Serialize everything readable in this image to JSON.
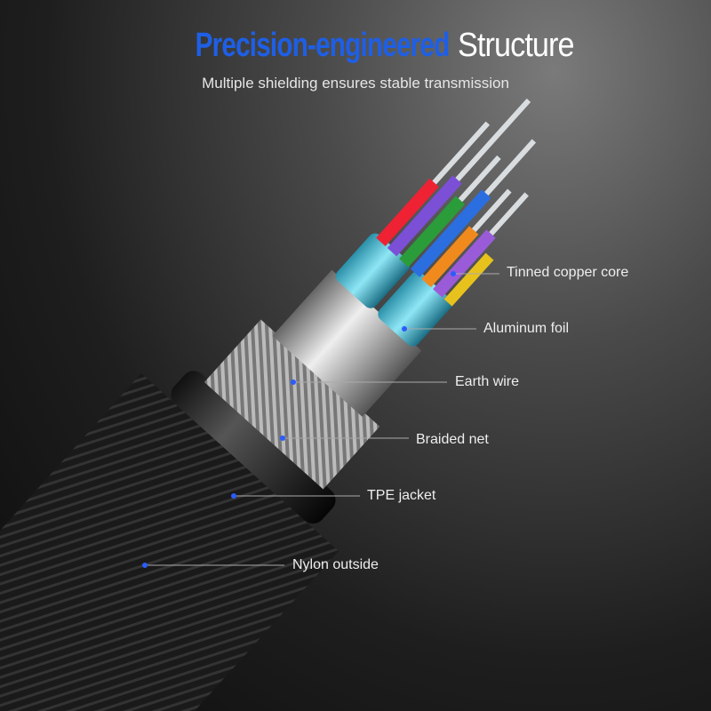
{
  "header": {
    "title_blue": "Precision-engineered",
    "title_white": "Structure",
    "subtitle": "Multiple shielding ensures stable transmission"
  },
  "labels": [
    "Tinned copper core",
    "Aluminum foil",
    "Earth wire",
    "Braided net",
    "TPE jacket",
    "Nylon outside"
  ],
  "colors": {
    "accent": "#1e5fe6",
    "dot": "#2a5cff"
  }
}
